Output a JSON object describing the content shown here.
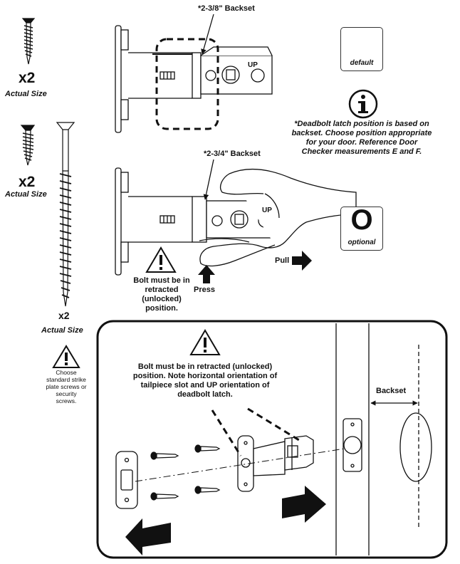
{
  "screws": {
    "set1": {
      "count": "x2",
      "size": "Actual Size"
    },
    "set2": {
      "count": "x2",
      "size": "Actual Size"
    },
    "set3": {
      "count": "x2",
      "size": "Actual Size"
    }
  },
  "latch_top": {
    "backset": "*2-3/8\" Backset",
    "up_label": "UP"
  },
  "latch_mid": {
    "backset": "*2-3/4\" Backset",
    "up_label": "UP",
    "warning": "Bolt must be in retracted (unlocked) position.",
    "press": "Press",
    "pull": "Pull"
  },
  "badges": {
    "default": "default",
    "optional_letter": "O",
    "optional": "optional",
    "info_note": "*Deadbolt latch position is based on backset. Choose position appropriate for your door. Reference Door Checker measurements E and F."
  },
  "strike_note": "Choose standard strike plate screws or security screws.",
  "install": {
    "warning": "Bolt must be in retracted (unlocked) position. Note horizontal orientation of tailpiece slot and UP orientation of deadbolt latch.",
    "backset": "Backset"
  },
  "colors": {
    "ink": "#111111",
    "line": "#222222",
    "fill": "#ffffff"
  }
}
